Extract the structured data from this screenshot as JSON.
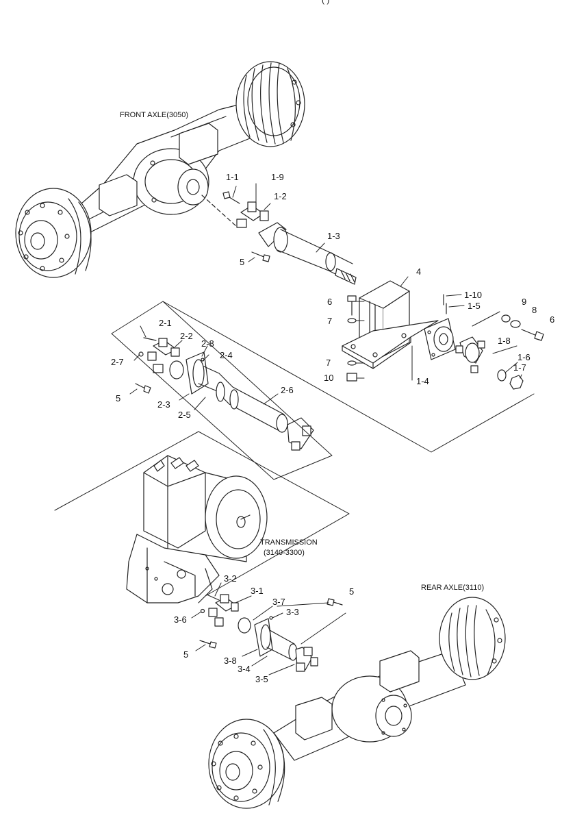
{
  "header": {
    "fragment": "( )"
  },
  "captions": {
    "front_axle": "FRONT AXLE(3050)",
    "transmission": "TRANSMISSION",
    "transmission_range": "(3140-3300)",
    "rear_axle": "REAR AXLE(3110)"
  },
  "callouts": {
    "c1_1": "1-1",
    "c1_9": "1-9",
    "c1_2": "1-2",
    "c1_3": "1-3",
    "c5_top": "5",
    "c4": "4",
    "c1_10": "1-10",
    "c1_5": "1-5",
    "c6_left": "6",
    "c7_upper": "7",
    "c9": "9",
    "c8": "8",
    "c6_right": "6",
    "c1_8": "1-8",
    "c7_lower": "7",
    "c10": "10",
    "c1_4": "1-4",
    "c1_6": "1-6",
    "c1_7": "1-7",
    "c2_1": "2-1",
    "c2_2": "2-2",
    "c2_8": "2-8",
    "c2_7": "2-7",
    "c2_4": "2-4",
    "c5_mid": "5",
    "c2_3": "2-3",
    "c2_5": "2-5",
    "c2_6": "2-6",
    "c3_2": "3-2",
    "c3_1": "3-1",
    "c3_7": "3-7",
    "c5_rear": "5",
    "c3_6": "3-6",
    "c3_3": "3-3",
    "c5_bottom": "5",
    "c3_8": "3-8",
    "c3_4": "3-4",
    "c3_5": "3-5"
  }
}
